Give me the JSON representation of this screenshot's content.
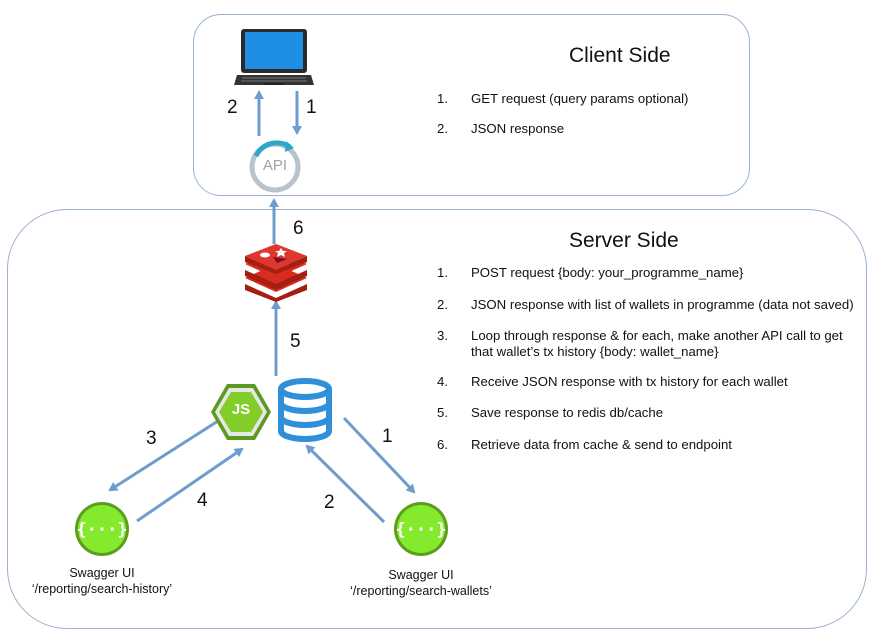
{
  "client": {
    "title": "Client Side",
    "steps": [
      {
        "num": "1.",
        "text": "GET request (query params optional)"
      },
      {
        "num": "2.",
        "text": "JSON response"
      }
    ],
    "arrow_labels": {
      "up": "2",
      "down": "1"
    },
    "api_label": "API"
  },
  "server": {
    "title": "Server Side",
    "steps": [
      {
        "num": "1.",
        "text": "POST request {body: your_programme_name}"
      },
      {
        "num": "2.",
        "text": "JSON response with list of wallets in programme (data not saved)"
      },
      {
        "num": "3.",
        "text": "Loop through response & for each, make another API call to get that wallet’s tx history {body: wallet_name}"
      },
      {
        "num": "4.",
        "text": "Receive JSON response with tx history for each wallet"
      },
      {
        "num": "5.",
        "text": "Save response to redis db/cache"
      },
      {
        "num": "6.",
        "text": "Retrieve data from cache & send to endpoint"
      }
    ],
    "arrow_labels": {
      "redis_to_api": "6",
      "db_to_redis": "5",
      "node_to_history": "3",
      "history_to_node": "4",
      "db_to_wallets": "1",
      "wallets_to_db": "2"
    },
    "nodejs_label": "JS",
    "swagger_left": {
      "name": "Swagger UI",
      "path": "‘/reporting/search-history’"
    },
    "swagger_right": {
      "name": "Swagger UI",
      "path": "‘/reporting/search-wallets’"
    }
  },
  "colors": {
    "arrow": "#6e9ccd",
    "box_border": "#9ab3cf",
    "laptop_screen": "#1f8fe6",
    "redis": "#d82c20",
    "nodejs": "#83cd29",
    "database": "#2f8fd9",
    "swagger": "#85ea2d"
  }
}
